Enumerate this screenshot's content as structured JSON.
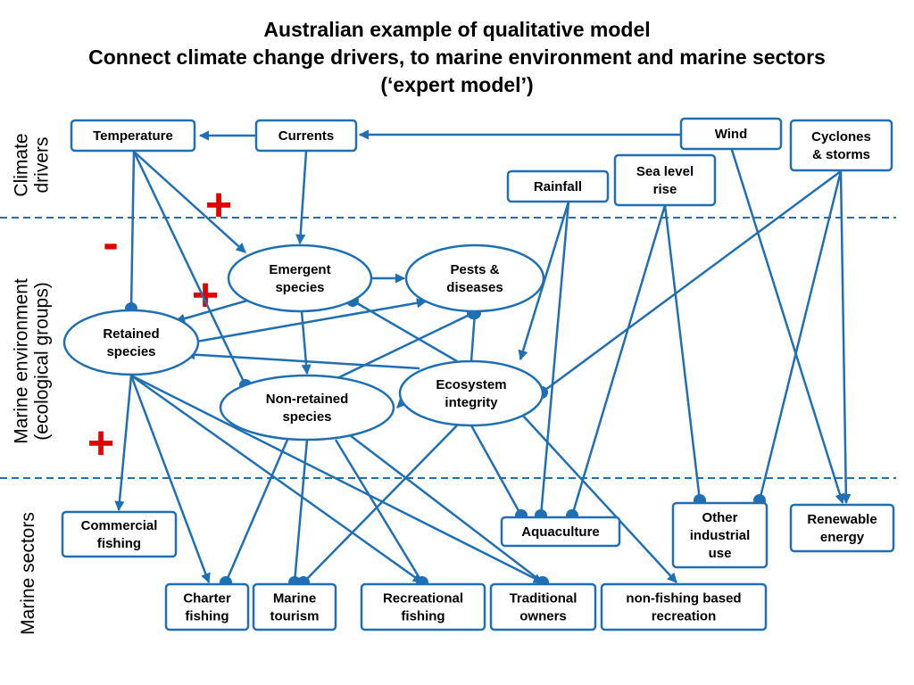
{
  "title": {
    "line1": "Australian example of qualitative model",
    "line2": "Connect climate change drivers, to marine environment and marine sectors",
    "line3": "(‘expert model’)"
  },
  "sections": {
    "climate": [
      "Climate",
      "drivers"
    ],
    "marine_env": [
      "Marine environment",
      "(ecological groups)"
    ],
    "sectors": [
      "Marine sectors"
    ]
  },
  "signs": [
    "+",
    "-",
    "+",
    "+"
  ],
  "nodes": {
    "temperature": [
      "Temperature"
    ],
    "currents": [
      "Currents"
    ],
    "wind": [
      "Wind"
    ],
    "cyclones": [
      "Cyclones",
      "& storms"
    ],
    "sea_level": [
      "Sea level",
      "rise"
    ],
    "rainfall": [
      "Rainfall"
    ],
    "emergent": [
      "Emergent",
      "species"
    ],
    "pests": [
      "Pests &",
      "diseases"
    ],
    "retained": [
      "Retained",
      "species"
    ],
    "nonretained": [
      "Non-retained",
      "species"
    ],
    "ecosystem": [
      "Ecosystem",
      "integrity"
    ],
    "commercial": [
      "Commercial",
      "fishing"
    ],
    "aquaculture": [
      "Aquaculture"
    ],
    "other_industrial": [
      "Other",
      "industrial",
      "use"
    ],
    "renewable": [
      "Renewable",
      "energy"
    ],
    "charter": [
      "Charter",
      "fishing"
    ],
    "marine_tourism": [
      "Marine",
      "tourism"
    ],
    "recreational": [
      "Recreational",
      "fishing"
    ],
    "traditional": [
      "Traditional",
      "owners"
    ],
    "nonfishing": [
      "non-fishing based",
      "recreation"
    ]
  },
  "edges": [
    {
      "from": "currents",
      "to": "temperature",
      "type": "arrow"
    },
    {
      "from": "wind",
      "to": "currents",
      "type": "arrow"
    },
    {
      "from": "currents",
      "to": "emergent",
      "type": "arrow"
    },
    {
      "from": "temperature",
      "to": "emergent",
      "type": "arrow"
    },
    {
      "from": "temperature",
      "to": "retained",
      "type": "dot"
    },
    {
      "from": "temperature",
      "to": "nonretained",
      "type": "dot"
    },
    {
      "from": "emergent",
      "to": "pests",
      "type": "arrow"
    },
    {
      "from": "emergent",
      "to": "retained",
      "type": "arrow"
    },
    {
      "from": "emergent",
      "to": "nonretained",
      "type": "arrow"
    },
    {
      "from": "retained",
      "to": "pests",
      "type": "arrow"
    },
    {
      "from": "nonretained",
      "to": "pests",
      "type": "dot"
    },
    {
      "from": "ecosystem",
      "to": "emergent",
      "type": "dot"
    },
    {
      "from": "ecosystem",
      "to": "pests",
      "type": "dot"
    },
    {
      "from": "ecosystem",
      "to": "retained",
      "type": "arrow"
    },
    {
      "from": "ecosystem",
      "to": "nonretained",
      "type": "arrow"
    },
    {
      "from": "rainfall",
      "to": "aquaculture",
      "type": "dot"
    },
    {
      "from": "rainfall",
      "to": "ecosystem",
      "type": "arrow"
    },
    {
      "from": "sea_level",
      "to": "aquaculture",
      "type": "dot"
    },
    {
      "from": "sea_level",
      "to": "other_industrial",
      "type": "dot"
    },
    {
      "from": "cyclones",
      "to": "ecosystem",
      "type": "dot"
    },
    {
      "from": "cyclones",
      "to": "other_industrial",
      "type": "dot"
    },
    {
      "from": "cyclones",
      "to": "renewable",
      "type": "arrow"
    },
    {
      "from": "wind",
      "to": "renewable",
      "type": "arrow"
    },
    {
      "from": "retained",
      "to": "commercial",
      "type": "arrow"
    },
    {
      "from": "retained",
      "to": "charter",
      "type": "arrow"
    },
    {
      "from": "retained",
      "to": "recreational",
      "type": "arrow"
    },
    {
      "from": "retained",
      "to": "traditional",
      "type": "arrow"
    },
    {
      "from": "nonretained",
      "to": "charter",
      "type": "dot"
    },
    {
      "from": "nonretained",
      "to": "marine_tourism",
      "type": "dot"
    },
    {
      "from": "nonretained",
      "to": "recreational",
      "type": "dot"
    },
    {
      "from": "nonretained",
      "to": "traditional",
      "type": "dot"
    },
    {
      "from": "ecosystem",
      "to": "marine_tourism",
      "type": "dot"
    },
    {
      "from": "ecosystem",
      "to": "aquaculture",
      "type": "dot"
    },
    {
      "from": "ecosystem",
      "to": "nonfishing",
      "type": "arrow"
    }
  ]
}
